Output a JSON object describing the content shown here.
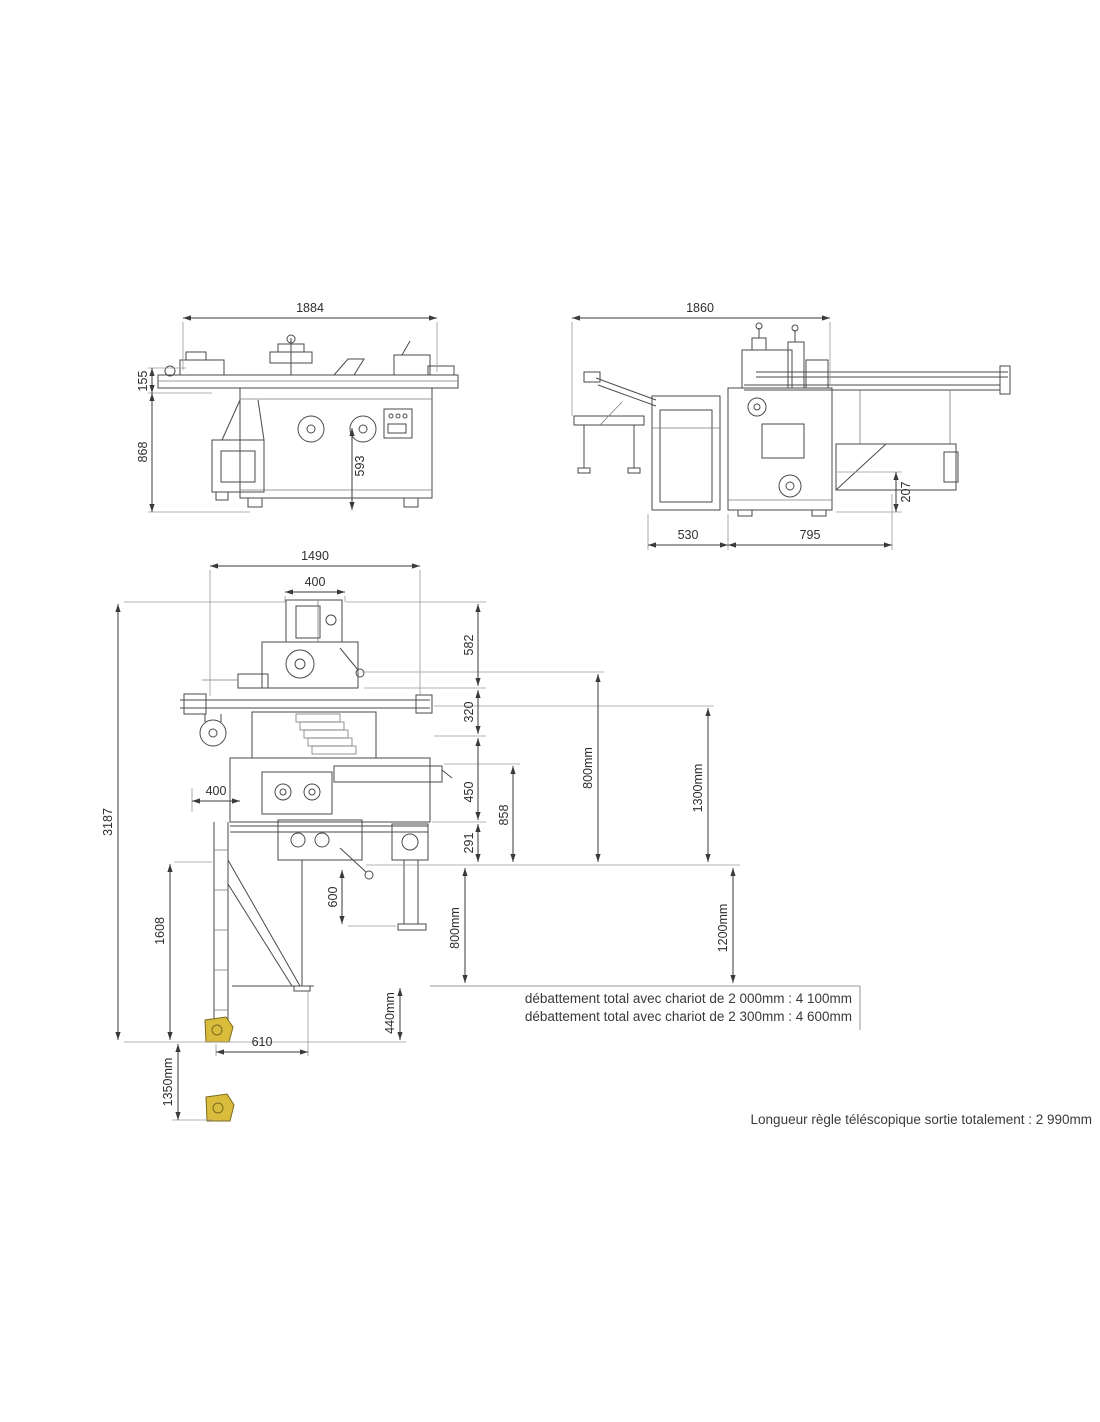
{
  "front_view": {
    "width": "1884",
    "height_table": "155",
    "height_body": "868",
    "height_inner": "593"
  },
  "side_view": {
    "width": "1860",
    "depth_left": "530",
    "depth_right": "795",
    "height_foot": "207"
  },
  "plan_view": {
    "width_total": "1490",
    "width_hood": "400",
    "h_582": "582",
    "h_320": "320",
    "h_800_upper": "800mm",
    "h_1300": "1300mm",
    "h_450": "450",
    "h_858": "858",
    "h_291": "291",
    "w_400_left": "400",
    "h_3187": "3187",
    "h_600": "600",
    "h_1608": "1608",
    "h_800_lower": "800mm",
    "h_1200": "1200mm",
    "h_440": "440mm",
    "w_610": "610",
    "h_1350": "1350mm"
  },
  "notes": {
    "travel_chariot_2000": "débattement total avec chariot de 2 000mm : 4 100mm",
    "travel_chariot_2300": "débattement total avec chariot de 2 300mm : 4 600mm",
    "telescopic_rule": "Longueur règle téléscopique sortie totalement : 2 990mm"
  },
  "colors": {
    "machine_line": "#4a4a4a",
    "dimension_line": "#3a3a3a",
    "text": "#2e2e2e",
    "accent_yellow": "#d9bc3c"
  }
}
